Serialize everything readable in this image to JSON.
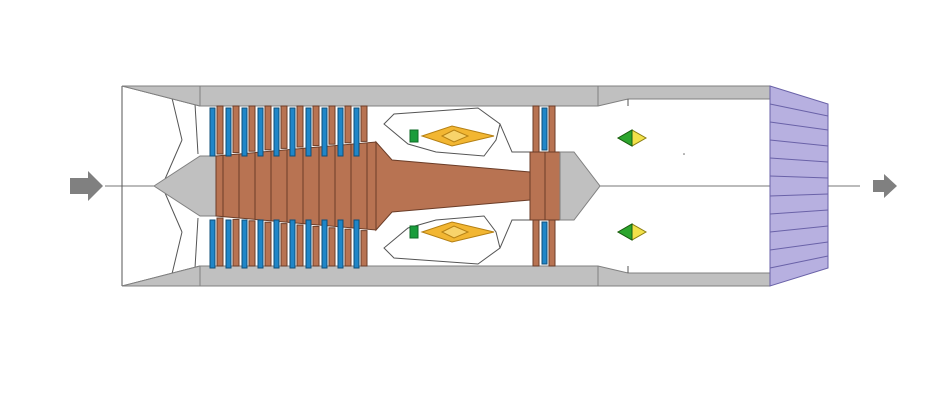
{
  "diagram": {
    "type": "turbojet-engine-cross-section",
    "components": [
      "inlet-arrow",
      "inlet-duct",
      "compressor-rotor",
      "compressor-blades",
      "compressor-stators",
      "shaft",
      "combustion-chamber",
      "fuel-injector",
      "flame",
      "turbine-rotor",
      "turbine-blades",
      "nozzle-cone",
      "afterburner-flameholder",
      "exhaust-nozzle",
      "outlet-arrow"
    ],
    "colors": {
      "casing": "#c0c0c0",
      "casing_stroke": "#808080",
      "rotor": "#b87352",
      "blade": "#b87352",
      "stator": "#1f86c8",
      "flame": "#f2b632",
      "flame_inner": "#f8d36b",
      "flameholder": "#2da52d",
      "injector": "#1a9c3c",
      "nozzle": "#b7b0e0",
      "arrow": "#808080",
      "line": "#555555"
    }
  }
}
